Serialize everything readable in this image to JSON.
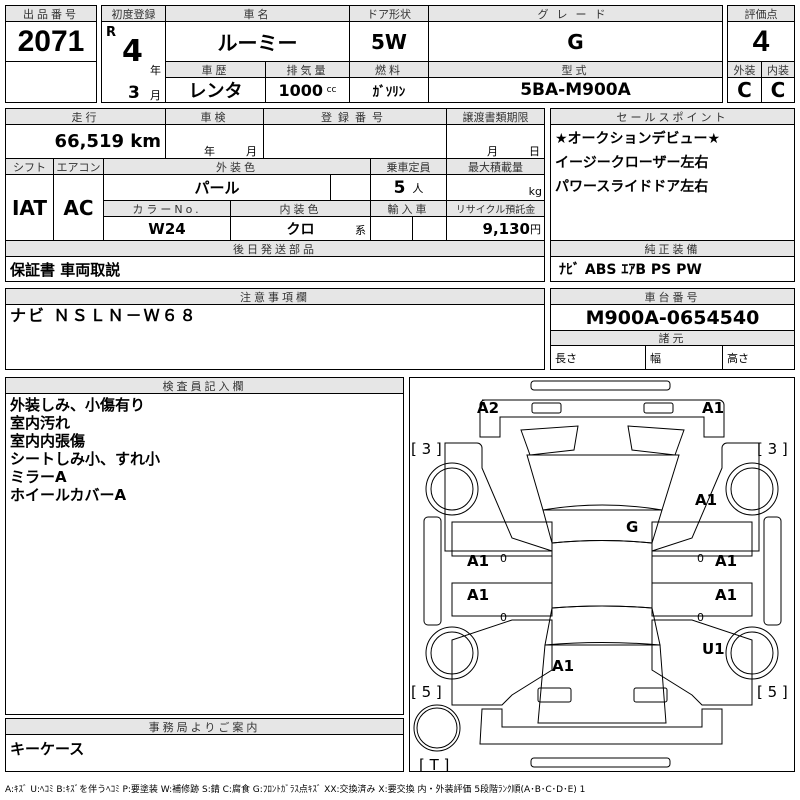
{
  "lot": {
    "label": "出品番号",
    "value": "2071"
  },
  "first_reg": {
    "label": "初度登録",
    "era": "R",
    "year": "4",
    "year_unit": "年",
    "month": "3",
    "month_unit": "月"
  },
  "car_name": {
    "label": "車名",
    "value": "ルーミー"
  },
  "door": {
    "label": "ドア形状",
    "value": "5W"
  },
  "grade": {
    "label": "グレード",
    "value": "G"
  },
  "history": {
    "label": "車歴",
    "value": "レンタ"
  },
  "displacement": {
    "label": "排気量",
    "value": "1000",
    "unit": "cc"
  },
  "fuel": {
    "label": "燃料",
    "value": "ｶﾞｿﾘﾝ"
  },
  "model": {
    "label": "型式",
    "value": "5BA-M900A"
  },
  "score": {
    "label": "評価点",
    "value": "4",
    "ext_label": "外装",
    "int_label": "内装",
    "ext": "C",
    "int": "C"
  },
  "mileage": {
    "label": "走行",
    "value": "66,519 km"
  },
  "inspection": {
    "label": "車検",
    "year_unit": "年",
    "month_unit": "月"
  },
  "reg_no": {
    "label": "登録番号"
  },
  "transfer": {
    "label": "譲渡書類期限",
    "month_unit": "月",
    "day_unit": "日"
  },
  "shift": {
    "label": "シフト",
    "value": "IAT"
  },
  "ac": {
    "label": "エアコン",
    "value": "AC"
  },
  "ext_color": {
    "label": "外装色",
    "value": "パール"
  },
  "capacity": {
    "label": "乗車定員",
    "value": "5",
    "unit": "人"
  },
  "max_load": {
    "label": "最大積載量",
    "unit": "kg"
  },
  "color_no": {
    "label": "カラーNo.",
    "value": "W24"
  },
  "int_color": {
    "label": "内装色",
    "value": "クロ",
    "unit": "系"
  },
  "import": {
    "label": "輸入車"
  },
  "recycle": {
    "label": "リサイクル預託金",
    "value": "9,130",
    "unit": "円"
  },
  "later_parts": {
    "label": "後日発送部品",
    "value": "保証書 車両取説"
  },
  "sales_points": {
    "label": "セールスポイント",
    "items": [
      "★オークションデビュー★",
      "イージークローザー左右",
      "パワースライドドア左右"
    ]
  },
  "equipment": {
    "label": "純正装備",
    "value": "ﾅﾋﾞ ABS ｴｱB PS PW"
  },
  "notes": {
    "label": "注意事項欄",
    "value": "ナビ ＮＳＬＮ－Ｗ６８"
  },
  "chassis": {
    "label": "車台番号",
    "value": "M900A-0654540"
  },
  "specs": {
    "label": "諸元",
    "length": "長さ",
    "width": "幅",
    "height": "高さ"
  },
  "inspector": {
    "label": "検査員記入欄",
    "items": [
      "外装しみ、小傷有り",
      "室内汚れ",
      "室内内張傷",
      "シートしみ小、すれ小",
      "ミラーA",
      "ホイールカバーA"
    ]
  },
  "office": {
    "label": "事務局よりご案内",
    "value": "キーケース"
  },
  "diagram": {
    "marks": [
      "A2",
      "A1",
      "A1",
      "G",
      "A1",
      "A1",
      "A1",
      "A1",
      "U1",
      "A1"
    ],
    "zeros": [
      "0",
      "0",
      "0",
      "0"
    ],
    "tires": [
      "[ 3 ]",
      "[ 3 ]",
      "[ 5 ]",
      "[ 5 ]",
      "[ T ]"
    ]
  },
  "legend": "A:ｷｽﾞ U:ﾍｺﾐ B:ｷｽﾞを伴うﾍｺﾐ P:要塗装 W:補修跡 S:錆 C:腐食 G:ﾌﾛﾝﾄｶﾞﾗｽ点ｷｽﾞ XX:交換済み X:要交換 内・外装評価 5段階ﾗﾝｸ順(A･B･C･D･E) 1"
}
